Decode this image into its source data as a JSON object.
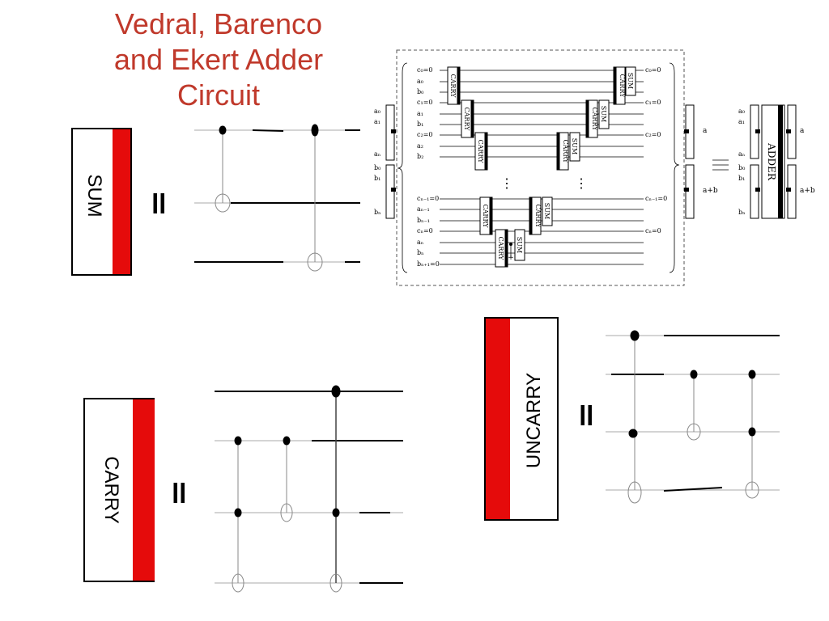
{
  "title": {
    "line1": "Vedral, Barenco",
    "line2": "and Ekert Adder",
    "line3": "Circuit"
  },
  "gates": {
    "sum": "SUM",
    "carry": "CARRY",
    "uncarry": "UNCARRY",
    "equals": "="
  },
  "network": {
    "carry_label": "CARRY",
    "sum_label": "SUM",
    "adder_label": "ADDER",
    "left_inputs": [
      "a₀",
      "a₁",
      "aₙ",
      "b₀",
      "b₁",
      "bₙ"
    ],
    "wire_labels": [
      "c₀=0",
      "a₀",
      "b₀",
      "c₁=0",
      "a₁",
      "b₁",
      "c₂=0",
      "a₂",
      "b₂",
      "cₙ₋₁=0",
      "aₙ₋₁",
      "bₙ₋₁",
      "cₙ=0",
      "aₙ",
      "bₙ",
      "bₙ₊₁=0"
    ],
    "right_labels": [
      "c₀=0",
      "c₁=0",
      "c₂=0",
      "cₙ₋₁=0",
      "cₙ=0"
    ],
    "out_a": "a",
    "out_sum": "a+b",
    "dots": "⋮"
  },
  "colors": {
    "title": "#c0392b",
    "band": "#e50b0b"
  }
}
